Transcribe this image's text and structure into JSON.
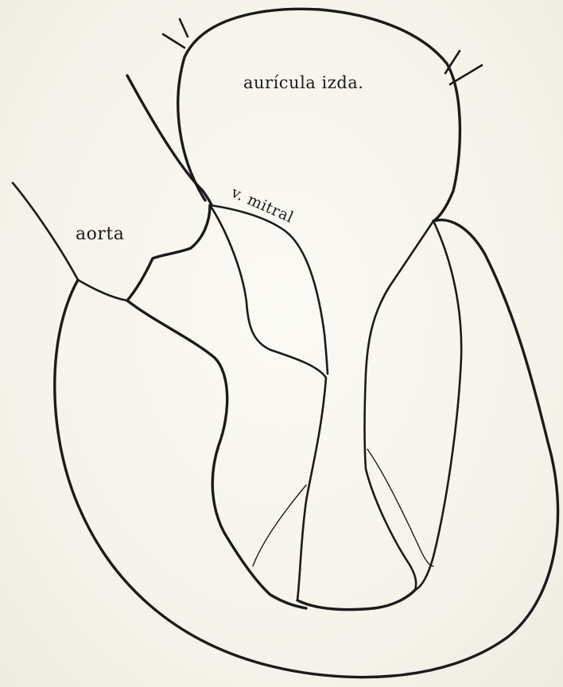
{
  "labels": {
    "left_atrium": "aurícula izda.",
    "aorta": "aorta",
    "mitral_valve": "v. mitral"
  },
  "colors": {
    "paper": "#f6f4ec",
    "ink": "#1b1b1b"
  }
}
